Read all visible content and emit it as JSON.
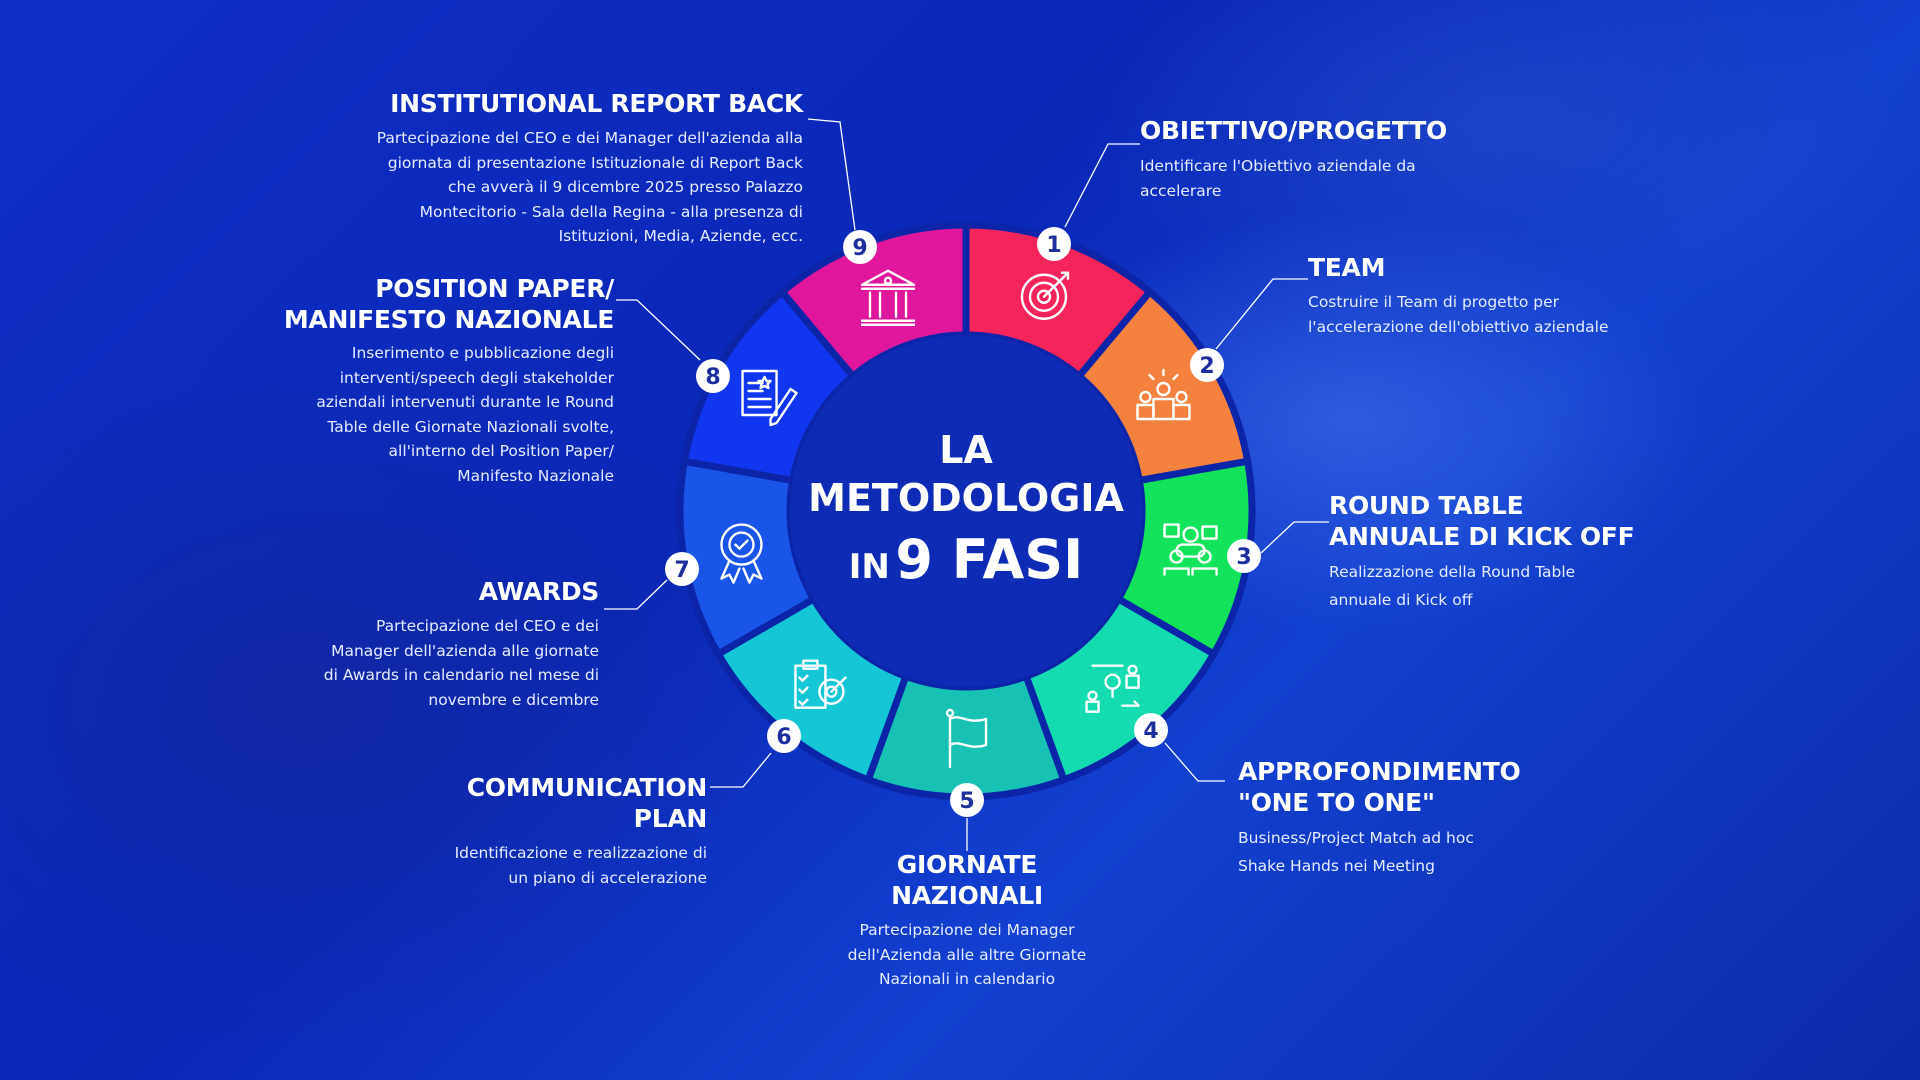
{
  "center": {
    "line1": "LA",
    "line2": "METODOLOGIA",
    "line3_prefix": "IN",
    "line3_main": "9 FASI"
  },
  "phases": [
    {
      "number": "1",
      "color": "#f5245a",
      "title": [
        "OBIETTIVO/PROGETTO"
      ],
      "description": [
        "Identificare l'Obiettivo aziendale da",
        "accelerare"
      ],
      "icon": "target-icon"
    },
    {
      "number": "2",
      "color": "#f5813f",
      "title": [
        "TEAM"
      ],
      "description": [
        "Costruire il Team di progetto per",
        "l'accelerazione dell'obiettivo aziendale"
      ],
      "icon": "team-icon"
    },
    {
      "number": "3",
      "color": "#12e35a",
      "title": [
        "ROUND TABLE",
        "ANNUALE DI KICK OFF"
      ],
      "description": [
        "Realizzazione della Round Table",
        "annuale di Kick off"
      ],
      "icon": "round-table-icon"
    },
    {
      "number": "4",
      "color": "#14dcb0",
      "title": [
        "APPROFONDIMENTO",
        "\"ONE TO ONE\""
      ],
      "description": [
        "Business/Project Match ad hoc",
        "Shake Hands nei Meeting"
      ],
      "icon": "one-to-one-icon"
    },
    {
      "number": "5",
      "color": "#17c2b4",
      "title": [
        "GIORNATE",
        "NAZIONALI"
      ],
      "description": [
        "Partecipazione dei Manager",
        "dell'Azienda alle altre Giornate",
        "Nazionali in calendario"
      ],
      "icon": "flag-icon"
    },
    {
      "number": "6",
      "color": "#14c6d6",
      "title": [
        "COMMUNICATION",
        "PLAN"
      ],
      "description": [
        "Identificazione e realizzazione di",
        "un piano di accelerazione"
      ],
      "icon": "clipboard-target-icon"
    },
    {
      "number": "7",
      "color": "#1a55ea",
      "title": [
        "AWARDS"
      ],
      "description": [
        "Partecipazione del CEO e dei",
        "Manager dell'azienda alle giornate",
        "di Awards in calendario nel mese di",
        "novembre e dicembre"
      ],
      "icon": "award-badge-icon"
    },
    {
      "number": "8",
      "color": "#1136f0",
      "title": [
        "POSITION PAPER/",
        "MANIFESTO NAZIONALE"
      ],
      "description": [
        "Inserimento e pubblicazione degli",
        "interventi/speech degli stakeholder",
        "aziendali intervenuti durante le Round",
        "Table delle Giornate Nazionali svolte,",
        "all'interno del Position Paper/",
        "Manifesto Nazionale"
      ],
      "icon": "document-pen-icon"
    },
    {
      "number": "9",
      "color": "#e0179c",
      "title": [
        "INSTITUTIONAL REPORT BACK"
      ],
      "description": [
        "Partecipazione del CEO e dei Manager dell'azienda alla",
        "giornata di presentazione Istituzionale di Report Back",
        "che avverà il 9 dicembre 2025 presso Palazzo",
        "Montecitorio - Sala della Regina - alla presenza di",
        "Istituzioni, Media, Aziende, ecc."
      ],
      "icon": "institution-icon"
    }
  ]
}
